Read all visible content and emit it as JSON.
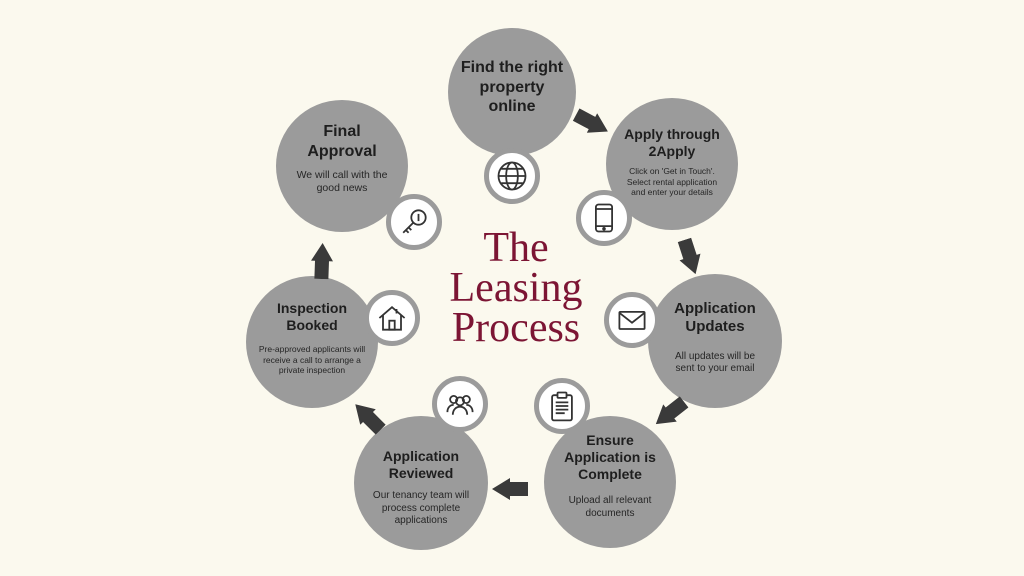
{
  "diagram": {
    "title_lines": [
      "The",
      "Leasing",
      "Process"
    ],
    "steps": [
      {
        "title": "Find the right property online",
        "description": "",
        "icon": "globe-icon"
      },
      {
        "title": "Apply through 2Apply",
        "description": "Click on 'Get in Touch'. Select rental application and enter your details",
        "icon": "tablet-icon"
      },
      {
        "title": "Application Updates",
        "description": "All updates will be sent to your email",
        "icon": "envelope-icon"
      },
      {
        "title": "Ensure Application is Complete",
        "description": "Upload all relevant documents",
        "icon": "clipboard-icon"
      },
      {
        "title": "Application Reviewed",
        "description": "Our tenancy team will process complete applications",
        "icon": "people-icon"
      },
      {
        "title": "Inspection Booked",
        "description": "Pre-approved applicants will receive a call to arrange a private inspection",
        "icon": "house-icon"
      },
      {
        "title": "Final Approval",
        "description": "We will call with the good news",
        "icon": "key-icon"
      }
    ],
    "colors": {
      "background": "#fbf9ee",
      "circle": "#9b9b9b",
      "title": "#7c1534",
      "arrow": "#3a3a3a",
      "text": "#1e1e1e"
    }
  }
}
